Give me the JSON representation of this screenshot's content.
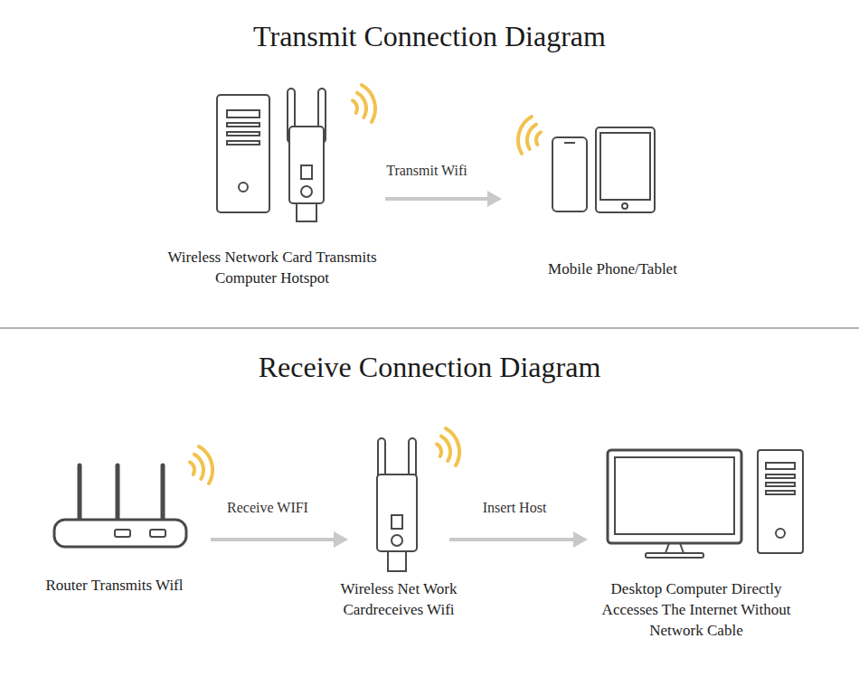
{
  "diagram": {
    "title": "Transmit Connection Diagram",
    "nodes": [
      {
        "text": [
          "Wireless Network Card Transmits Computer Hotspot"
        ]
      },
      {
        "text": [
          "Mobile Phone/Tablet"
        ]
      },
      {
        "text": [
          "Router Transmits Wifl"
        ]
      },
      {
        "text": [
          "Wireless Net Work Cardreceives Wifi"
        ]
      },
      {
        "text": [
          "Desktop Computer Directly Accesses The Internet Without Network Cable"
        ]
      }
    ],
    "edges": [
      {
        "from": 0,
        "to": 1,
        "label": "Transmit Wifi",
        "arrow": "to"
      },
      {
        "from": 2,
        "to": 3,
        "label": "Receive WIFI",
        "arrow": "to"
      },
      {
        "from": 3,
        "to": 4,
        "label": "Insert Host",
        "arrow": "to"
      }
    ],
    "labels": [
      "Receive Connection Diagram"
    ]
  }
}
